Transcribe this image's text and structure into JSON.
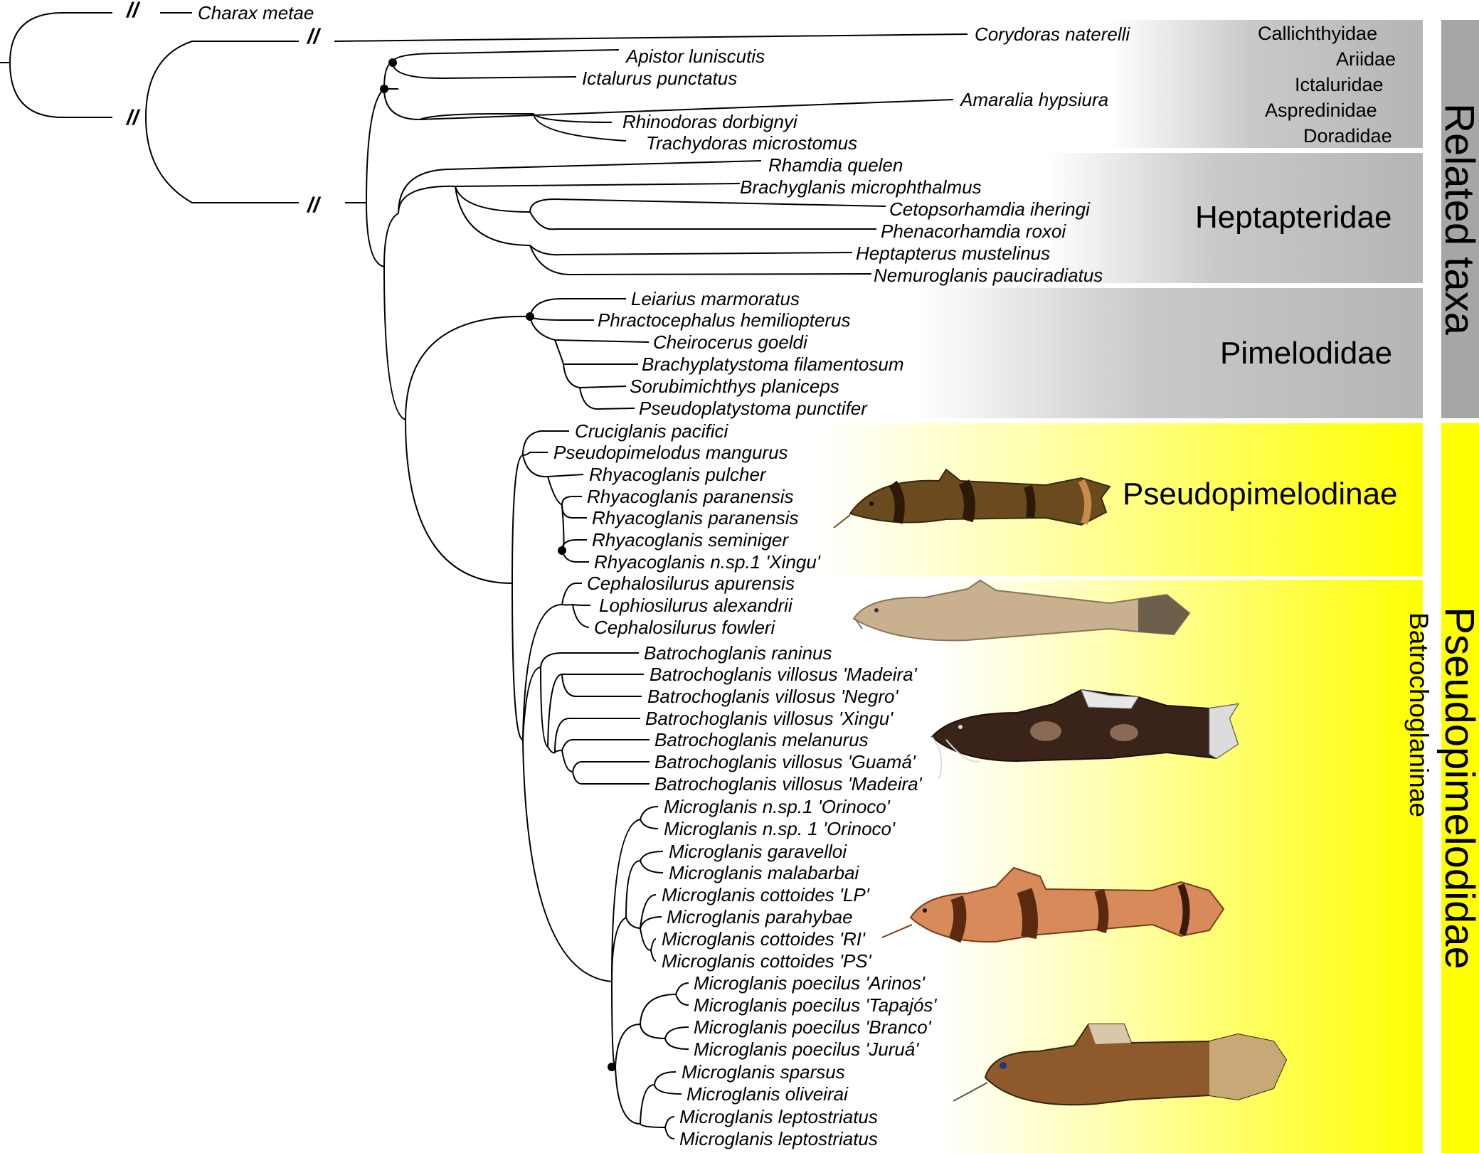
{
  "taxa": [
    "Charax metae",
    "Corydoras naterelli",
    "Apistor luniscutis",
    "Ictalurus punctatus",
    "Amaralia hypsiura",
    "Rhinodoras dorbignyi",
    "Trachydoras microstomus",
    "Rhamdia quelen",
    "Brachyglanis microphthalmus",
    "Cetopsorhamdia iheringi",
    "Phenacorhamdia roxoi",
    "Heptapterus mustelinus",
    "Nemuroglanis pauciradiatus",
    "Leiarius marmoratus",
    "Phractocephalus hemiliopterus",
    "Cheirocerus goeldi",
    "Brachyplatystoma filamentosum",
    "Sorubimichthys planiceps",
    "Pseudoplatystoma punctifer",
    "Cruciglanis pacifici",
    "Pseudopimelodus mangurus",
    "Rhyacoglanis pulcher",
    "Rhyacoglanis paranensis",
    "Rhyacoglanis paranensis",
    "Rhyacoglanis seminiger",
    "Rhyacoglanis n.sp.1 'Xingu'",
    "Cephalosilurus apurensis",
    "Lophiosilurus alexandrii",
    "Cephalosilurus fowleri",
    "Batrochoglanis raninus",
    "Batrochoglanis villosus 'Madeira'",
    "Batrochoglanis villosus 'Negro'",
    "Batrochoglanis villosus  'Xingu'",
    "Batrochoglanis melanurus",
    "Batrochoglanis villosus 'Guamá'",
    "Batrochoglanis villosus 'Madeira'",
    "Microglanis n.sp.1 'Orinoco'",
    "Microglanis n.sp. 1 'Orinoco'",
    "Microglanis garavelloi",
    "Microglanis malabarbai",
    "Microglanis cottoides 'LP'",
    "Microglanis parahybae",
    "Microglanis cottoides 'RI'",
    "Microglanis cottoides 'PS'",
    "Microglanis poecilus 'Arinos'",
    "Microglanis poecilus 'Tapajós'",
    "Microglanis poecilus 'Branco'",
    "Microglanis poecilus 'Juruá'",
    "Microglanis sparsus",
    "Microglanis oliveirai",
    "Microglanis leptostriatus",
    "Microglanis leptostriatus"
  ],
  "families_small": [
    "Callichthyidae",
    "Ariidae",
    "Ictaluridae",
    "Aspredinidae",
    "Doradidae"
  ],
  "families_big": {
    "heptapteridae": "Heptapteridae",
    "pimelodidae": "Pimelodidae",
    "pseudopimelodinae": "Pseudopimelodinae",
    "batrochoglaninae": "Batrochoglaninae"
  },
  "vertical_labels": {
    "related": "Related taxa",
    "family": "Pseudopimelodidae"
  },
  "break_mark": "//",
  "colors": {
    "gray_panel": "#bdbdbd",
    "gray_bar": "#a6a6a6",
    "yellow": "#ffff00"
  },
  "fish_icons": [
    "fish-pseudopimelodinae",
    "fish-cephalosilurus",
    "fish-batrochoglanis",
    "fish-microglanis-cottoides",
    "fish-microglanis-poecilus"
  ]
}
